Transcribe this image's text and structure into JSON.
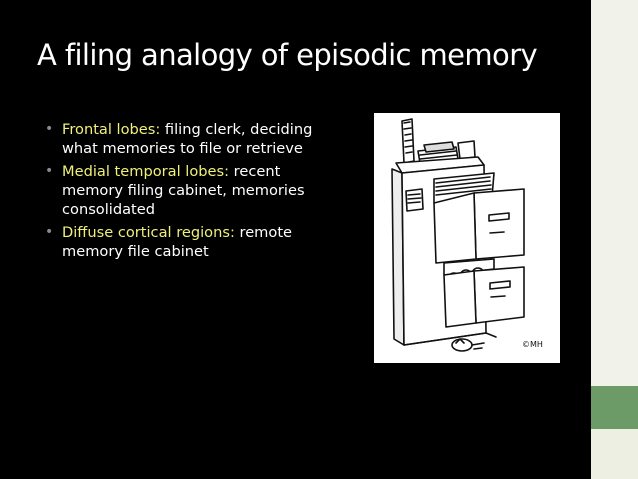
{
  "slide": {
    "title": "A filing analogy of episodic memory",
    "bullets": [
      {
        "term": "Frontal lobes:",
        "text": " filing clerk, deciding what memories to file or retrieve"
      },
      {
        "term": "Medial temporal lobes:",
        "text": " recent memory filing cabinet, memories consolidated"
      },
      {
        "term": "Diffuse cortical regions:",
        "text": " remote memory file cabinet"
      }
    ],
    "bullet_glyph": "•",
    "image": {
      "description_icon": "filing-cabinet-illustration",
      "signature": "©MH"
    }
  },
  "colors": {
    "background": "#000000",
    "title": "#ffffff",
    "body_text": "#ffffff",
    "term_highlight": "#f0f07a",
    "bullet": "#8a8a8a",
    "side_band": "#f1f2ea",
    "accent_green": "#6d9b68"
  }
}
